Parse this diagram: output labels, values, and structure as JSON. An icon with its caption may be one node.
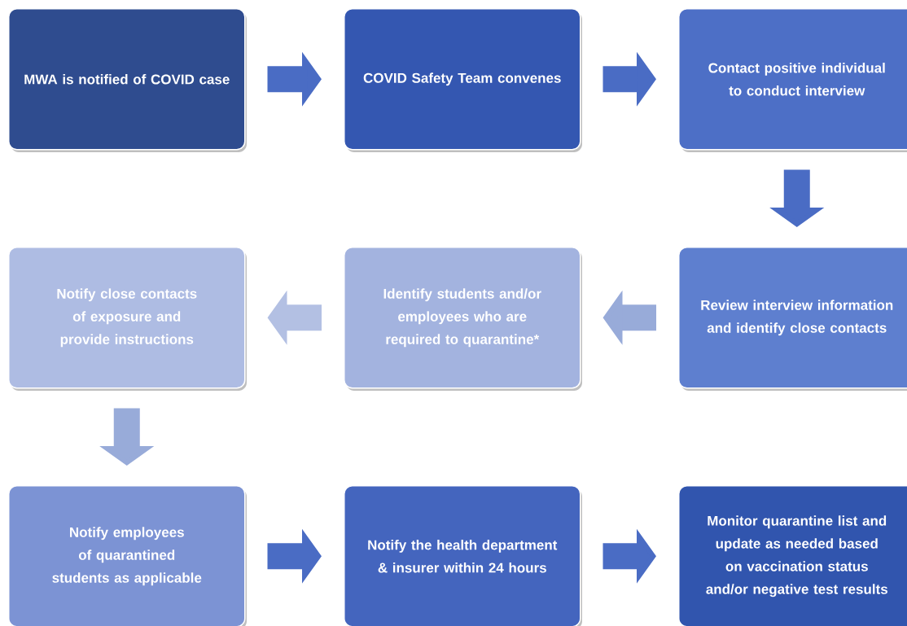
{
  "diagram": {
    "nodes": [
      {
        "text": [
          "MWA is notified of COVID case"
        ]
      },
      {
        "text": [
          "COVID Safety Team convenes"
        ]
      },
      {
        "text": [
          "Contact positive individual to conduct interview"
        ]
      },
      {
        "text": [
          "Review interview information and identify close contacts"
        ]
      },
      {
        "text": [
          "Identify students and/or employees who are required to quarantine*"
        ]
      },
      {
        "text": [
          "Notify close contacts of exposure and provide instructions"
        ]
      },
      {
        "text": [
          "Notify employees of quarantined students as applicable"
        ]
      },
      {
        "text": [
          "Notify the health department & insurer within 24 hours"
        ]
      },
      {
        "text": [
          "Monitor quarantine list and update as needed based on vaccination status and/or negative test results"
        ]
      }
    ],
    "edges": [
      {
        "from": 0,
        "to": 1,
        "arrow": "to"
      },
      {
        "from": 1,
        "to": 2,
        "arrow": "to"
      },
      {
        "from": 2,
        "to": 3,
        "arrow": "to"
      },
      {
        "from": 3,
        "to": 4,
        "arrow": "to",
        "color": "#98abd9"
      },
      {
        "from": 4,
        "to": 5,
        "arrow": "to",
        "color": "#b3c0e3"
      },
      {
        "from": 5,
        "to": 6,
        "arrow": "to",
        "color": "#98abd9"
      },
      {
        "from": 6,
        "to": 7,
        "arrow": "to"
      },
      {
        "from": 7,
        "to": 8,
        "arrow": "to"
      }
    ]
  }
}
